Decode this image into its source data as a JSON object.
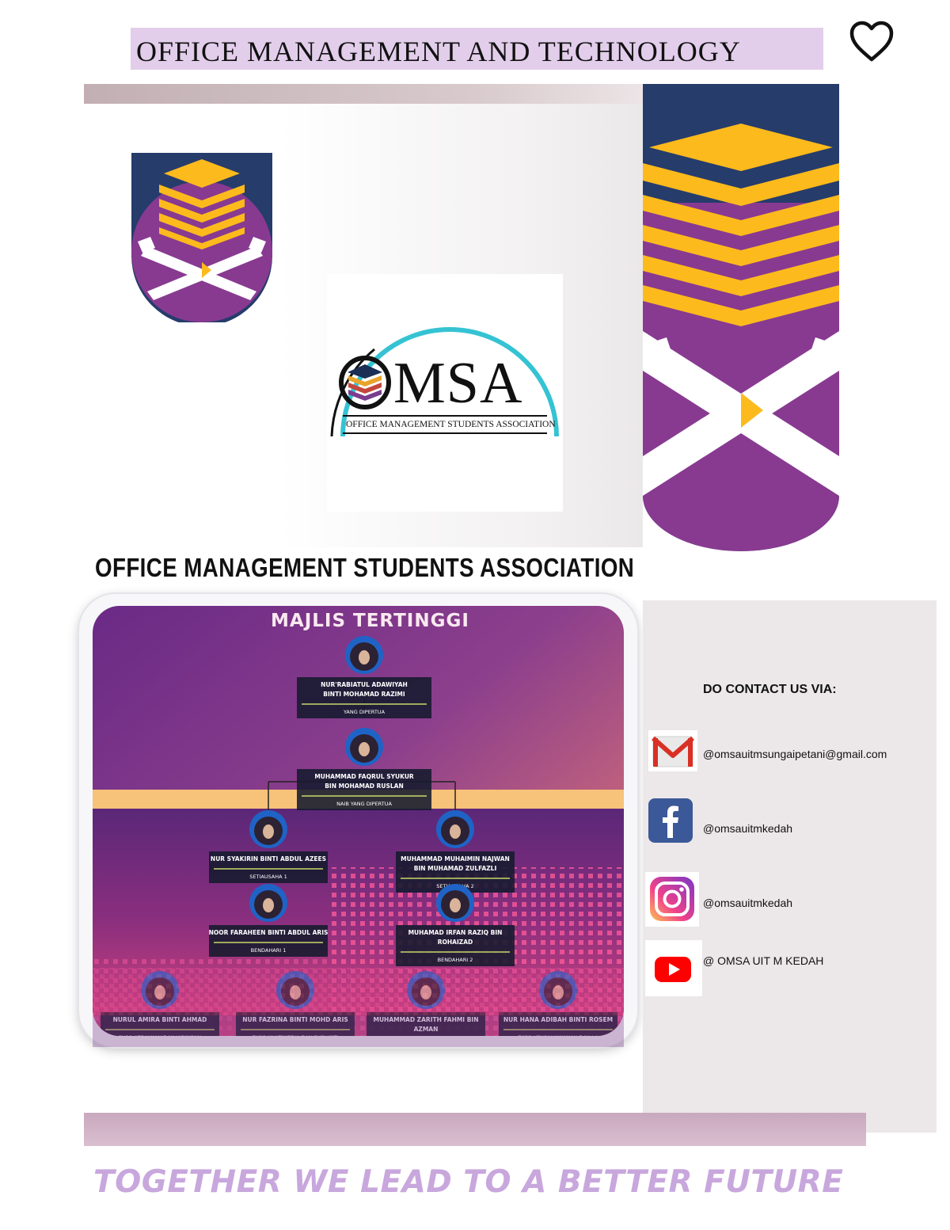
{
  "header": {
    "title": "OFFICE MANAGEMENT AND TECHNOLOGY"
  },
  "logos": {
    "omsa_wordmark": "MSA",
    "omsa_subtitle": "OFFICE MANAGEMENT STUDENTS ASSOCIATION"
  },
  "section": {
    "heading": "OFFICE MANAGEMENT STUDENTS ASSOCIATION"
  },
  "org_chart": {
    "title": "MAJLIS TERTINGGI",
    "members": [
      {
        "name_line1": "NUR'RABIATUL ADAWIYAH",
        "name_line2": "BINTI MOHAMAD RAZIMI",
        "role": "YANG DIPERTUA"
      },
      {
        "name_line1": "MUHAMMAD FAQRUL SYUKUR",
        "name_line2": "BIN MOHAMAD RUSLAN",
        "role": "NAIB YANG DIPERTUA"
      },
      {
        "name_line1": "NUR SYAKIRIN BINTI ABDUL AZEES",
        "name_line2": "",
        "role": "SETIAUSAHA 1"
      },
      {
        "name_line1": "MUHAMMAD MUHAIMIN NAJWAN",
        "name_line2": "BIN MUHAMAD ZULFAZLI",
        "role": "SETIAUSAHA 2"
      },
      {
        "name_line1": "NOOR FARAHEEN BINTI ABDUL ARIS",
        "name_line2": "",
        "role": "BENDAHARI 1"
      },
      {
        "name_line1": "MUHAMAD IRFAN RAZIQ BIN",
        "name_line2": "ROHAIZAD",
        "role": "BENDAHARI 2"
      },
      {
        "name_line1": "NURUL AMIRA BINTI AHMAD",
        "name_line2": "",
        "role": "EXCO KEBAJIKAN DAN JARINGAN"
      },
      {
        "name_line1": "NUR FAZRINA BINTI MOHD ARIS",
        "name_line2": "",
        "role": "EXCO MULTIMEDIA DAN PUBLISITI"
      },
      {
        "name_line1": "MUHAMMAD ZARITH FAHMI BIN",
        "name_line2": "AZMAN",
        "role": "EXCO PEMBANGUNAN DAN ILMIAH"
      },
      {
        "name_line1": "NUR HANA ADIBAH BINTI ROSEM",
        "name_line2": "",
        "role": "EXCO KEUSAHAWANAN DAN LA"
      }
    ]
  },
  "contact": {
    "heading": "DO CONTACT US VIA:",
    "items": [
      {
        "icon": "gmail-icon",
        "text": "@omsauitmsungaipetani@gmail.com"
      },
      {
        "icon": "facebook-icon",
        "text": "@omsauitmkedah"
      },
      {
        "icon": "instagram-icon",
        "text": "@omsauitmkedah"
      },
      {
        "icon": "youtube-icon",
        "text": "@ OMSA UIT M KEDAH"
      }
    ]
  },
  "footer": {
    "tagline": "TOGETHER WE LEAD TO A BETTER FUTURE"
  },
  "colors": {
    "uitm_navy": "#263c6b",
    "uitm_gold": "#fdba1c",
    "uitm_purple": "#883a91",
    "title_bar": "#e2cdea",
    "tagline": "#c8a7dd",
    "omsa_teal": "#35c3d3"
  }
}
